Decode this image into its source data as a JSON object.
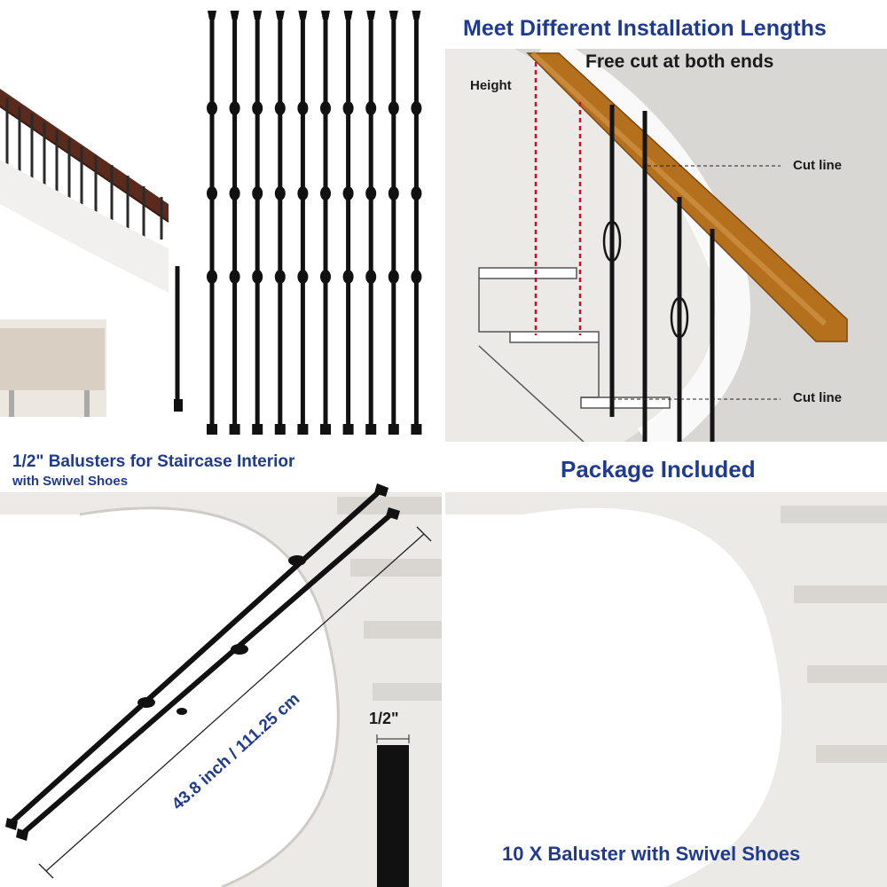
{
  "panel_install": {
    "heading": "Meet Different Installation Lengths",
    "free_cut": "Free cut at both ends",
    "height_label": "Height",
    "cut_line_top": "Cut line",
    "cut_line_bottom": "Cut line"
  },
  "panel_spec": {
    "title_line1": "1/2\" Balusters for Staircase Interior",
    "title_line2": "with Swivel Shoes",
    "length_label": "43.8 inch / 111.25 cm",
    "width_label": "1/2\""
  },
  "panel_package": {
    "heading": "Package Included",
    "caption": "10 X Baluster with Swivel Shoes"
  },
  "colors": {
    "heading_blue": "#1f3b8f",
    "baluster_black": "#111111",
    "handrail_wood": "#b5701e",
    "cut_line_red": "#c8102e"
  }
}
